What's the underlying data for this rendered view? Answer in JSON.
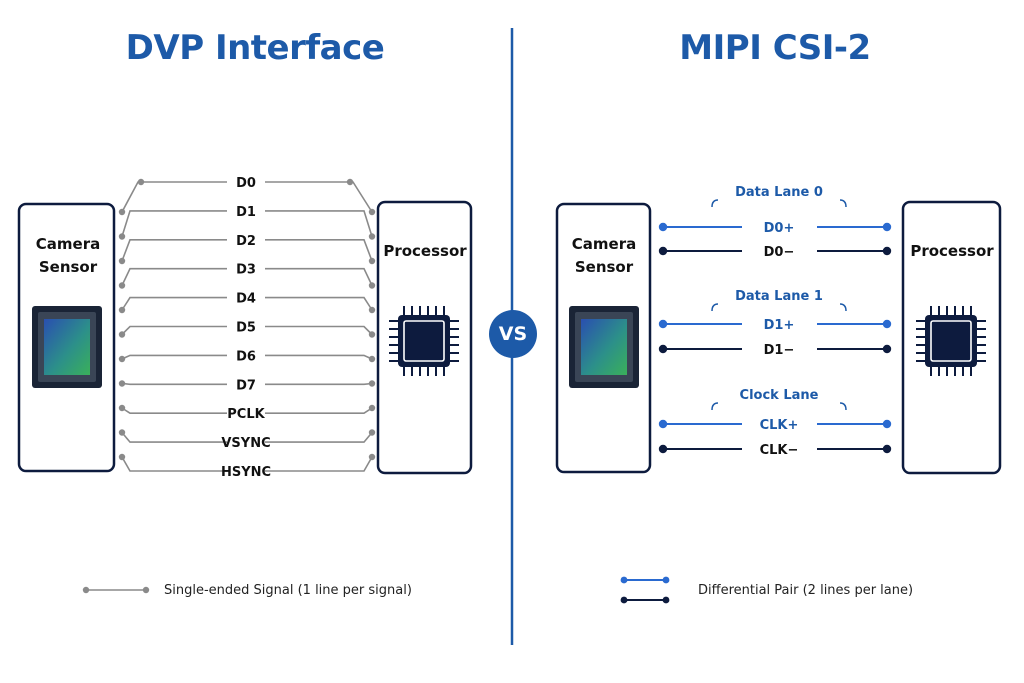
{
  "dvp": {
    "title": "DVP Interface",
    "sensor_label": [
      "Camera",
      "Sensor"
    ],
    "processor_label": "Processor",
    "signals": [
      "D0",
      "D1",
      "D2",
      "D3",
      "D4",
      "D5",
      "D6",
      "D7",
      "PCLK",
      "VSYNC",
      "HSYNC"
    ],
    "legend": "Single-ended Signal (1 line per signal)"
  },
  "vs_label": "VS",
  "mipi": {
    "title": "MIPI CSI-2",
    "sensor_label": [
      "Camera",
      "Sensor"
    ],
    "processor_label": "Processor",
    "lanes": [
      {
        "name": "Data Lane 0",
        "pos": "D0+",
        "neg": "D0−"
      },
      {
        "name": "Data Lane 1",
        "pos": "D1+",
        "neg": "D1−"
      },
      {
        "name": "Clock Lane",
        "pos": "CLK+",
        "neg": "CLK−"
      }
    ],
    "legend": "Differential Pair (2 lines per lane)"
  },
  "colors": {
    "title": "#1d5aa8",
    "navy": "#0d1b3e",
    "grey_line": "#8a8a8a",
    "blue_line": "#2a6ad0",
    "divider": "#1d5aa8"
  }
}
